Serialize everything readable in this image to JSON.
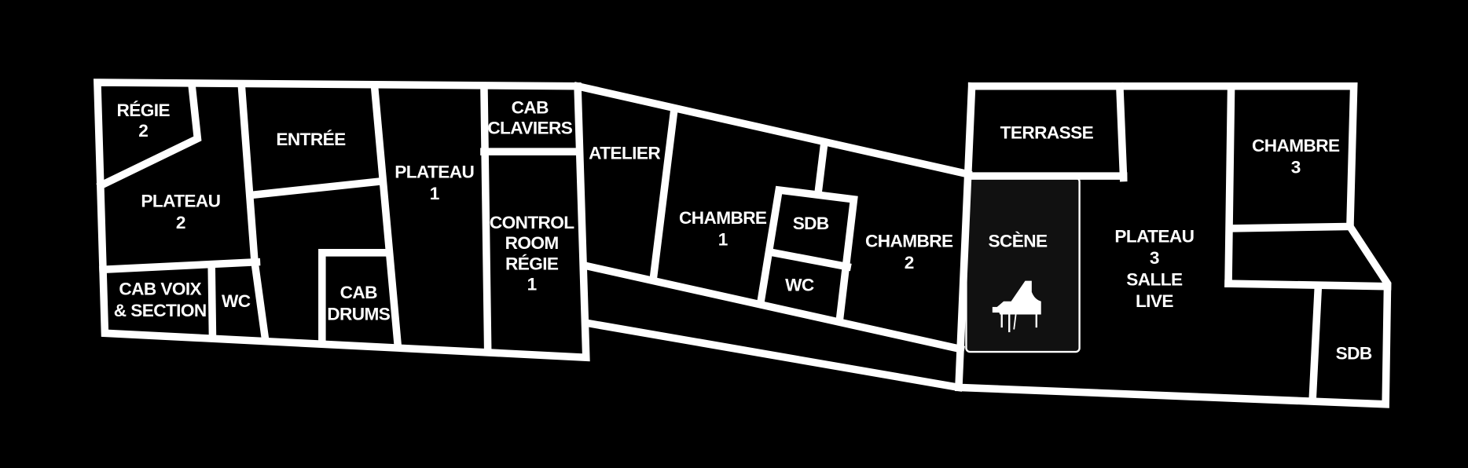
{
  "rooms": {
    "regie2": [
      "RÉGIE",
      "2"
    ],
    "plateau2": [
      "PLATEAU",
      "2"
    ],
    "cab_voix": [
      "CAB VOIX",
      "& SECTION"
    ],
    "wc1": [
      "WC"
    ],
    "entree": [
      "ENTRÉE"
    ],
    "cab_drums": [
      "CAB",
      "DRUMS"
    ],
    "plateau1": [
      "PLATEAU",
      "1"
    ],
    "cab_claviers": [
      "CAB",
      "CLAVIERS"
    ],
    "control_room": [
      "CONTROL",
      "ROOM",
      "RÉGIE",
      "1"
    ],
    "atelier": [
      "ATELIER"
    ],
    "chambre1": [
      "CHAMBRE",
      "1"
    ],
    "sdb1": [
      "SDB"
    ],
    "wc2": [
      "WC"
    ],
    "chambre2": [
      "CHAMBRE",
      "2"
    ],
    "terrasse": [
      "TERRASSE"
    ],
    "scene": [
      "SCÈNE"
    ],
    "plateau3": [
      "PLATEAU",
      "3",
      "SALLE",
      "LIVE"
    ],
    "chambre3": [
      "CHAMBRE",
      "3"
    ],
    "sdb2": [
      "SDB"
    ]
  },
  "icons": {
    "scene": "grand-piano-icon"
  },
  "colors": {
    "background": "#000000",
    "walls": "#ffffff",
    "scene_fill": "#111111"
  }
}
